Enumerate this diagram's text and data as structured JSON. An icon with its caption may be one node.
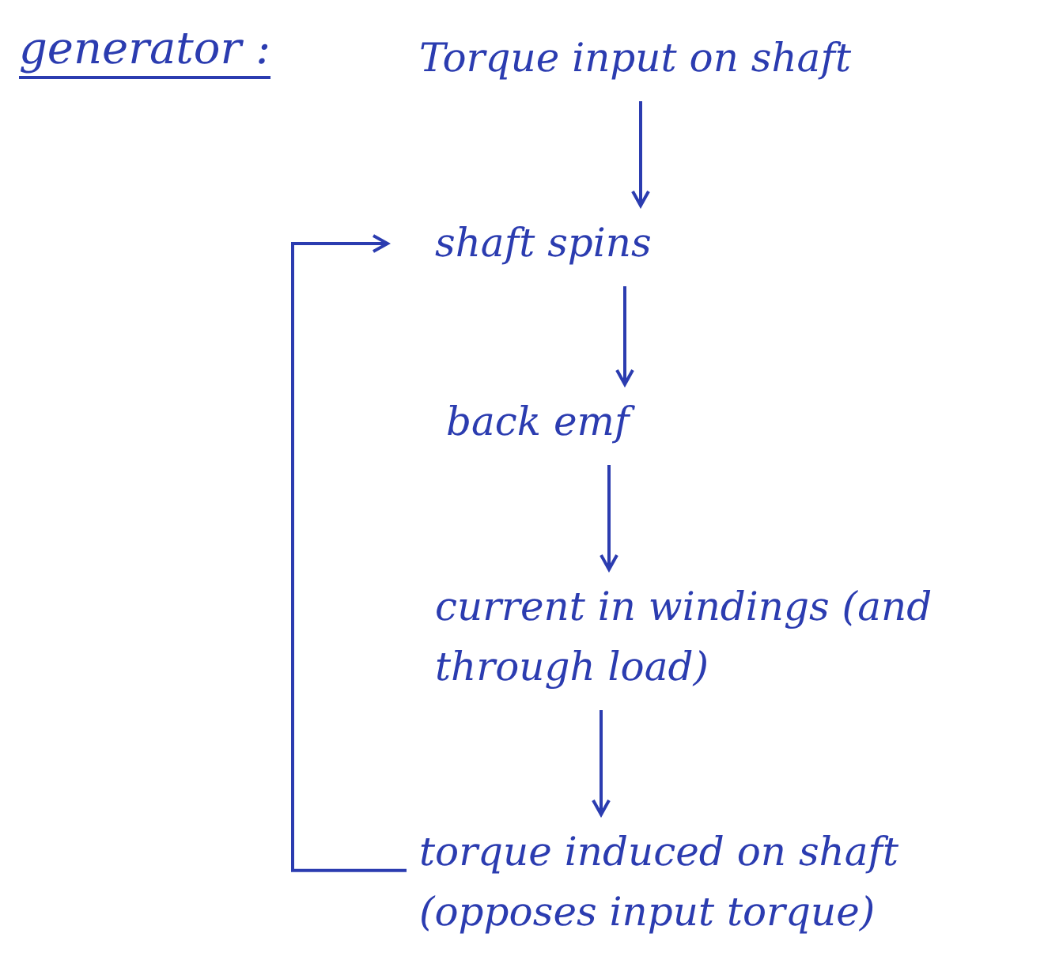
{
  "diagram": {
    "title": "generator :",
    "nodes": [
      {
        "text": [
          "Torque input on shaft"
        ]
      },
      {
        "text": [
          "shaft spins"
        ]
      },
      {
        "text": [
          "back emf"
        ]
      },
      {
        "text": [
          "current in windings (and through load)"
        ]
      },
      {
        "text": [
          "torque induced on shaft (opposes input torque)"
        ]
      }
    ],
    "edges": [
      {
        "from": 0,
        "to": 1,
        "arrow": "to"
      },
      {
        "from": 1,
        "to": 2,
        "arrow": "to"
      },
      {
        "from": 2,
        "to": 3,
        "arrow": "to"
      },
      {
        "from": 3,
        "to": 4,
        "arrow": "to"
      },
      {
        "from": 4,
        "to": 1,
        "arrow": "to"
      }
    ]
  }
}
